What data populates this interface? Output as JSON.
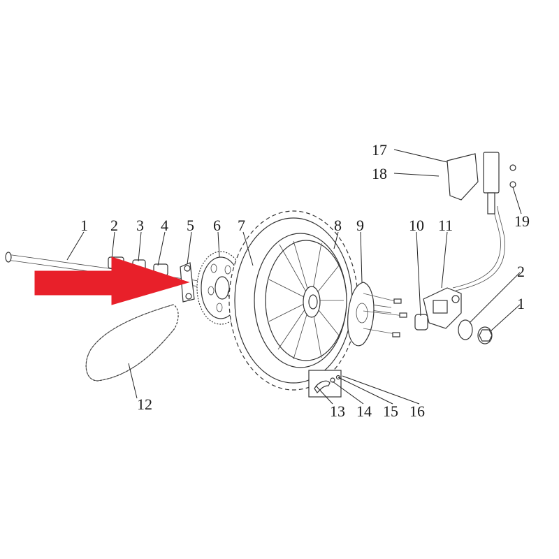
{
  "diagram": {
    "callouts": {
      "c1": "1",
      "c2": "2",
      "c3": "3",
      "c4": "4",
      "c5": "5",
      "c6": "6",
      "c7": "7",
      "c8": "8",
      "c9": "9",
      "c10": "10",
      "c11": "11",
      "c12": "12",
      "c13": "13",
      "c14": "14",
      "c15": "15",
      "c16": "16",
      "c17": "17",
      "c18": "18",
      "c19": "19",
      "c2b": "2",
      "c1b": "1"
    },
    "highlight_arrow": {
      "color": "#e8202a",
      "points_to": "5"
    },
    "colors": {
      "line": "#333333",
      "background": "#ffffff"
    }
  }
}
